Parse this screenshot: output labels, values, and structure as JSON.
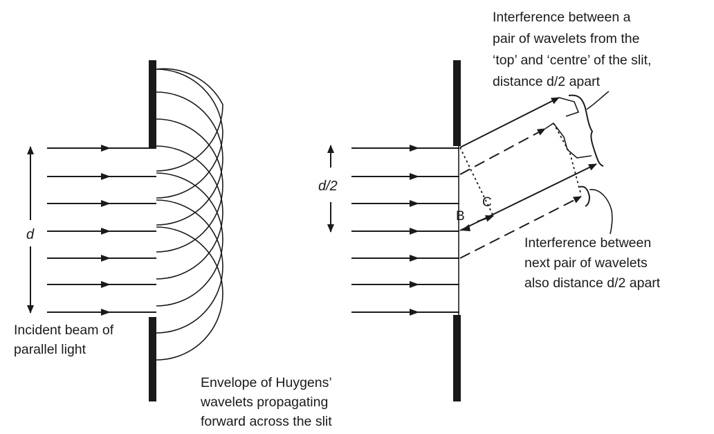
{
  "left_diagram": {
    "dimension_label": "d",
    "incident_label_line1": "Incident beam of",
    "incident_label_line2": "parallel light",
    "envelope_label_line1": "Envelope of Huygens’",
    "envelope_label_line2": "wavelets propagating",
    "envelope_label_line3": "forward across the slit"
  },
  "right_diagram": {
    "half_width_label": "d/2",
    "point_b": "B",
    "point_c": "C",
    "top_note_line1": "Interference between a",
    "top_note_line2": "pair of wavelets from the",
    "top_note_line3": "‘top’ and ‘centre’ of the slit,",
    "top_note_line4": "distance d/2 apart",
    "bottom_note_line1": "Interference between",
    "bottom_note_line2": "next pair of wavelets",
    "bottom_note_line3": "also distance d/2 apart"
  }
}
